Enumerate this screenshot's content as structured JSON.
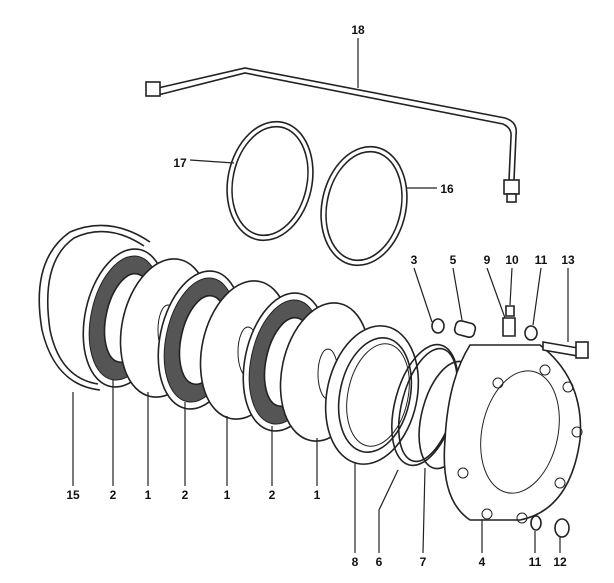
{
  "diagram": {
    "type": "exploded-parts-drawing",
    "callouts": [
      {
        "id": "c18",
        "label": "18"
      },
      {
        "id": "c17",
        "label": "17"
      },
      {
        "id": "c16",
        "label": "16"
      },
      {
        "id": "c3",
        "label": "3"
      },
      {
        "id": "c5",
        "label": "5"
      },
      {
        "id": "c9",
        "label": "9"
      },
      {
        "id": "c10",
        "label": "10"
      },
      {
        "id": "c11a",
        "label": "11"
      },
      {
        "id": "c13",
        "label": "13"
      },
      {
        "id": "c15",
        "label": "15"
      },
      {
        "id": "c2a",
        "label": "2"
      },
      {
        "id": "c1a",
        "label": "1"
      },
      {
        "id": "c2b",
        "label": "2"
      },
      {
        "id": "c1b",
        "label": "1"
      },
      {
        "id": "c2c",
        "label": "2"
      },
      {
        "id": "c1c",
        "label": "1"
      },
      {
        "id": "c8",
        "label": "8"
      },
      {
        "id": "c6",
        "label": "6"
      },
      {
        "id": "c7",
        "label": "7"
      },
      {
        "id": "c4",
        "label": "4"
      },
      {
        "id": "c11b",
        "label": "11"
      },
      {
        "id": "c12",
        "label": "12"
      }
    ]
  }
}
